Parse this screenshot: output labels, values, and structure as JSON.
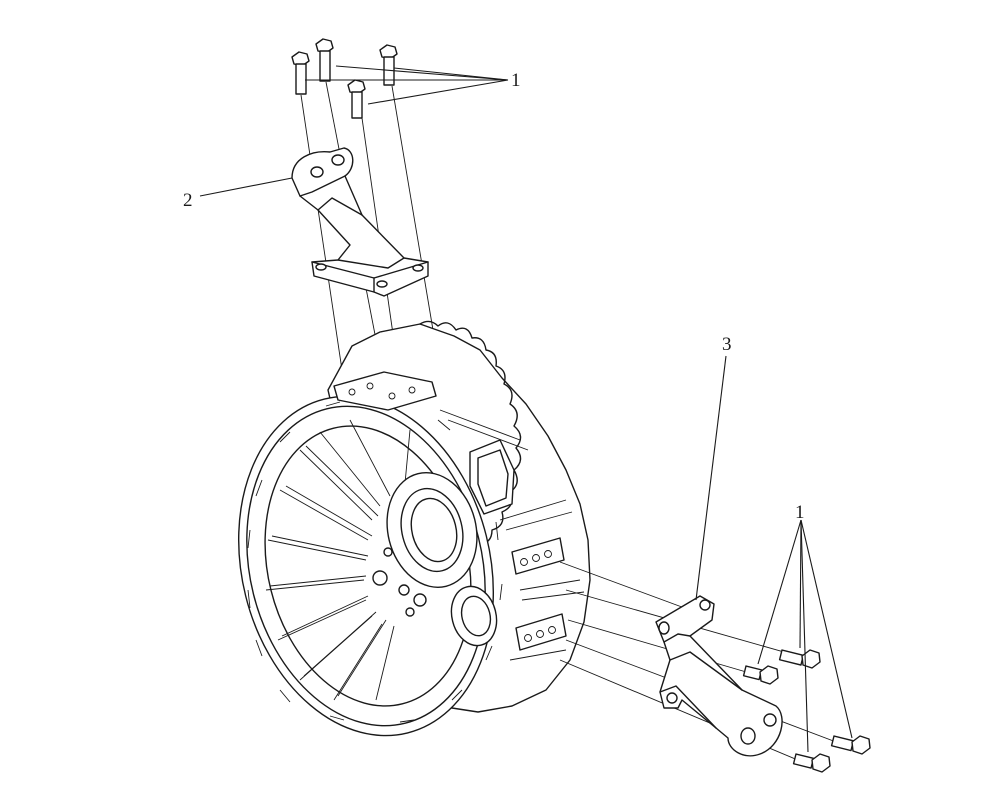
{
  "callouts": {
    "bolts_top": "1",
    "bracket_top": "2",
    "bracket_side": "3",
    "bolts_side": "1"
  },
  "colors": {
    "line": "#1a1a1a",
    "background": "#ffffff"
  }
}
